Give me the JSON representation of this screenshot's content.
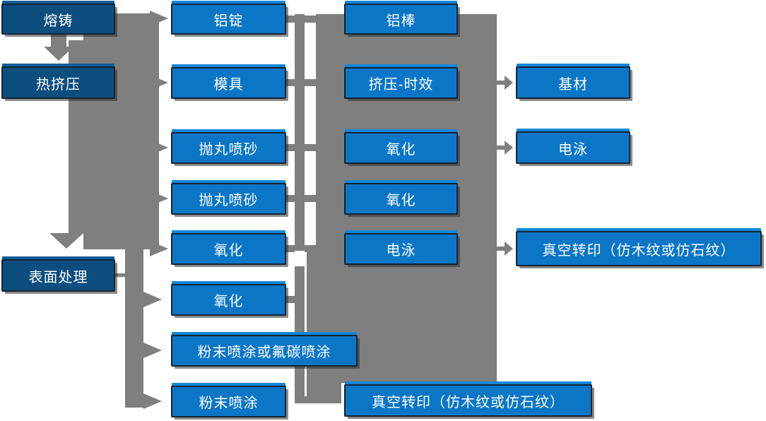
{
  "colors": {
    "stage_box_fill": "#0d4e7e",
    "process_box_fill": "#0c76c6",
    "box_border": "#142433",
    "box_highlight": "#1187da",
    "stage_box_highlight": "#0e5d97",
    "connector_gray": "#7f7f7f",
    "text_color": "#ffffff",
    "background": "#ffffff"
  },
  "nodes": {
    "col1_stages": [
      "熔铸",
      "热挤压",
      "表面处理"
    ],
    "col2_prep": [
      "铝锭",
      "模具",
      "抛丸喷砂",
      "抛丸喷砂",
      "氧化",
      "氧化",
      "粉末喷涂或氟碳喷涂",
      "粉末喷涂"
    ],
    "col3_process": [
      "铝棒",
      "挤压-时效",
      "氧化",
      "氧化",
      "电泳",
      "真空转印（仿木纹或仿石纹）"
    ],
    "col4_outputs": [
      "基材",
      "电泳",
      "真空转印（仿木纹或仿石纹）"
    ]
  }
}
